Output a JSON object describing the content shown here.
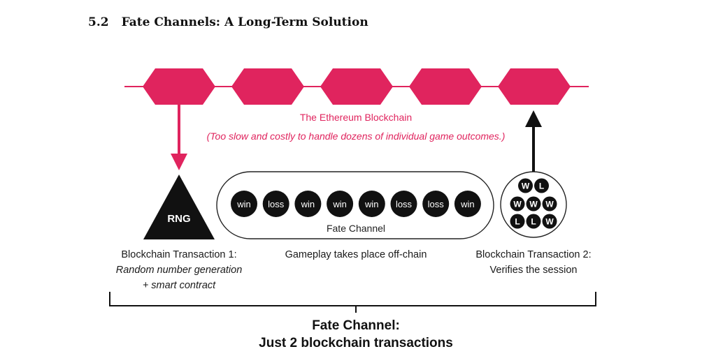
{
  "section": {
    "number": "5.2",
    "title": "Fate Channels: A Long-Term Solution"
  },
  "blockchain": {
    "label": "The Ethereum Blockchain",
    "note": "(Too slow and costly to handle dozens of individual game outcomes.)",
    "block_count": 5,
    "color": "#e0245e"
  },
  "rng": {
    "label": "RNG"
  },
  "fate_channel": {
    "label": "Fate Channel",
    "outcomes": [
      "win",
      "loss",
      "win",
      "win",
      "win",
      "loss",
      "loss",
      "win"
    ]
  },
  "session": {
    "rows": [
      [
        "W",
        "L"
      ],
      [
        "W",
        "W",
        "W"
      ],
      [
        "L",
        "L",
        "W"
      ]
    ]
  },
  "captions": {
    "tx1_title": "Blockchain Transaction 1:",
    "tx1_line1": "Random number generation",
    "tx1_line2": "+ smart contract",
    "offchain": "Gameplay takes place off-chain",
    "tx2_title": "Blockchain Transaction 2:",
    "tx2_line1": "Verifies the session"
  },
  "summary": {
    "line1": "Fate Channel:",
    "line2": "Just 2 blockchain transactions"
  },
  "colors": {
    "accent": "#e0245e",
    "dark": "#111111"
  }
}
